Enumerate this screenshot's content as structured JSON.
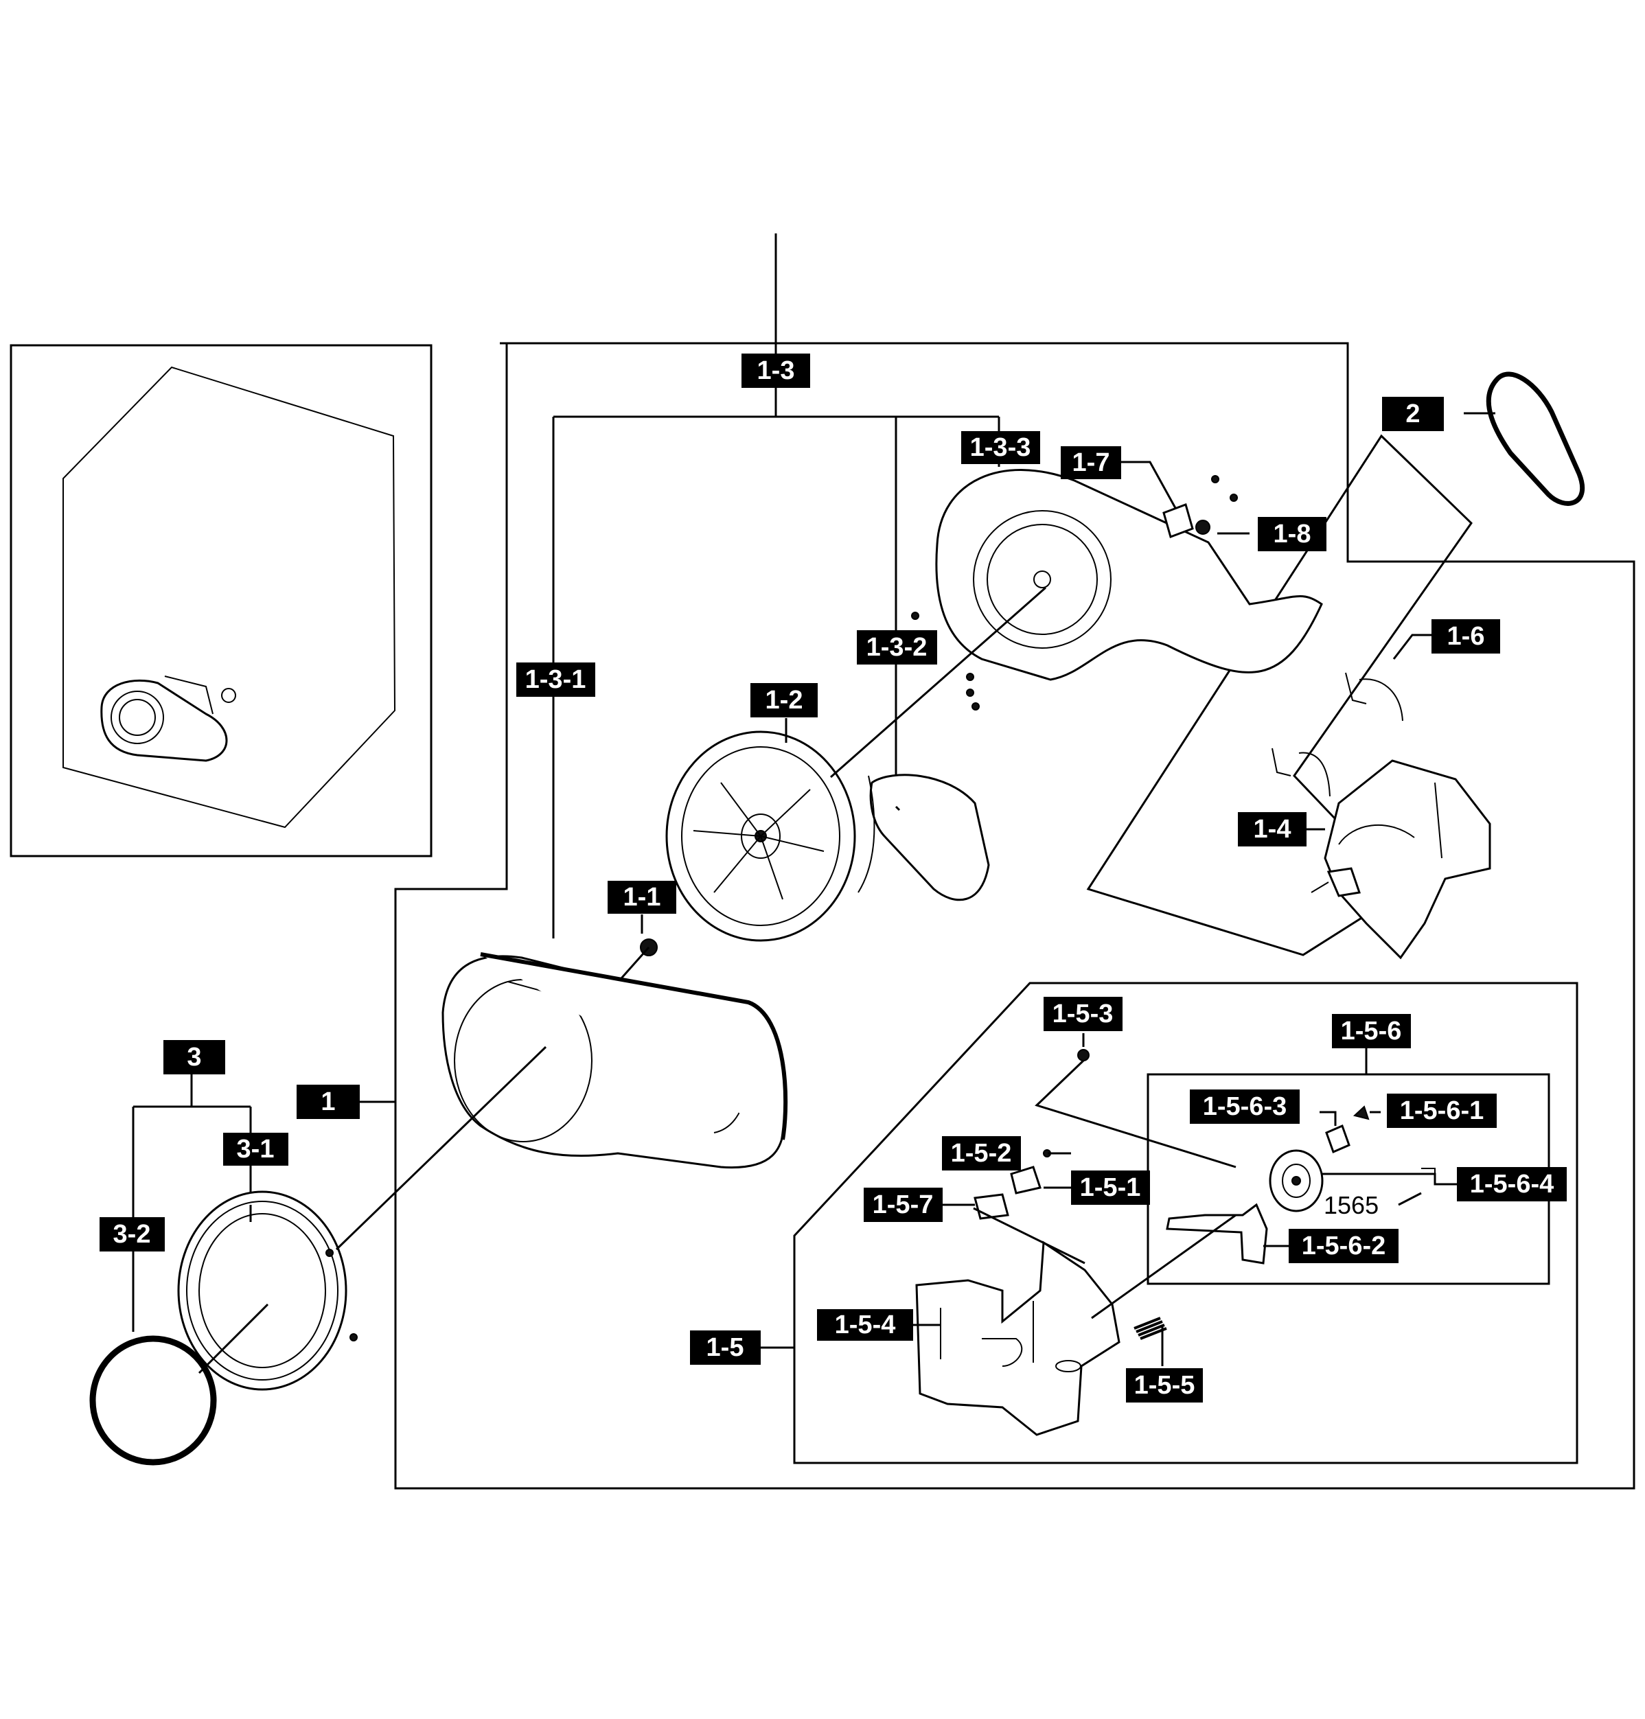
{
  "callouts": {
    "c1": "1",
    "c1_1": "1-1",
    "c1_2": "1-2",
    "c1_3": "1-3",
    "c1_3_1": "1-3-1",
    "c1_3_2": "1-3-2",
    "c1_3_3": "1-3-3",
    "c1_4": "1-4",
    "c1_5": "1-5",
    "c1_5_1": "1-5-1",
    "c1_5_2": "1-5-2",
    "c1_5_3": "1-5-3",
    "c1_5_4": "1-5-4",
    "c1_5_5": "1-5-5",
    "c1_5_6": "1-5-6",
    "c1_5_6_1": "1-5-6-1",
    "c1_5_6_2": "1-5-6-2",
    "c1_5_6_3": "1-5-6-3",
    "c1_5_6_4": "1-5-6-4",
    "c1_5_7": "1-5-7",
    "c1_6": "1-6",
    "c1_7": "1-7",
    "c1_8": "1-8",
    "c2": "2",
    "c3": "3",
    "c3_1": "3-1",
    "c3_2": "3-2"
  },
  "plain_labels": {
    "p1565": "1565"
  }
}
